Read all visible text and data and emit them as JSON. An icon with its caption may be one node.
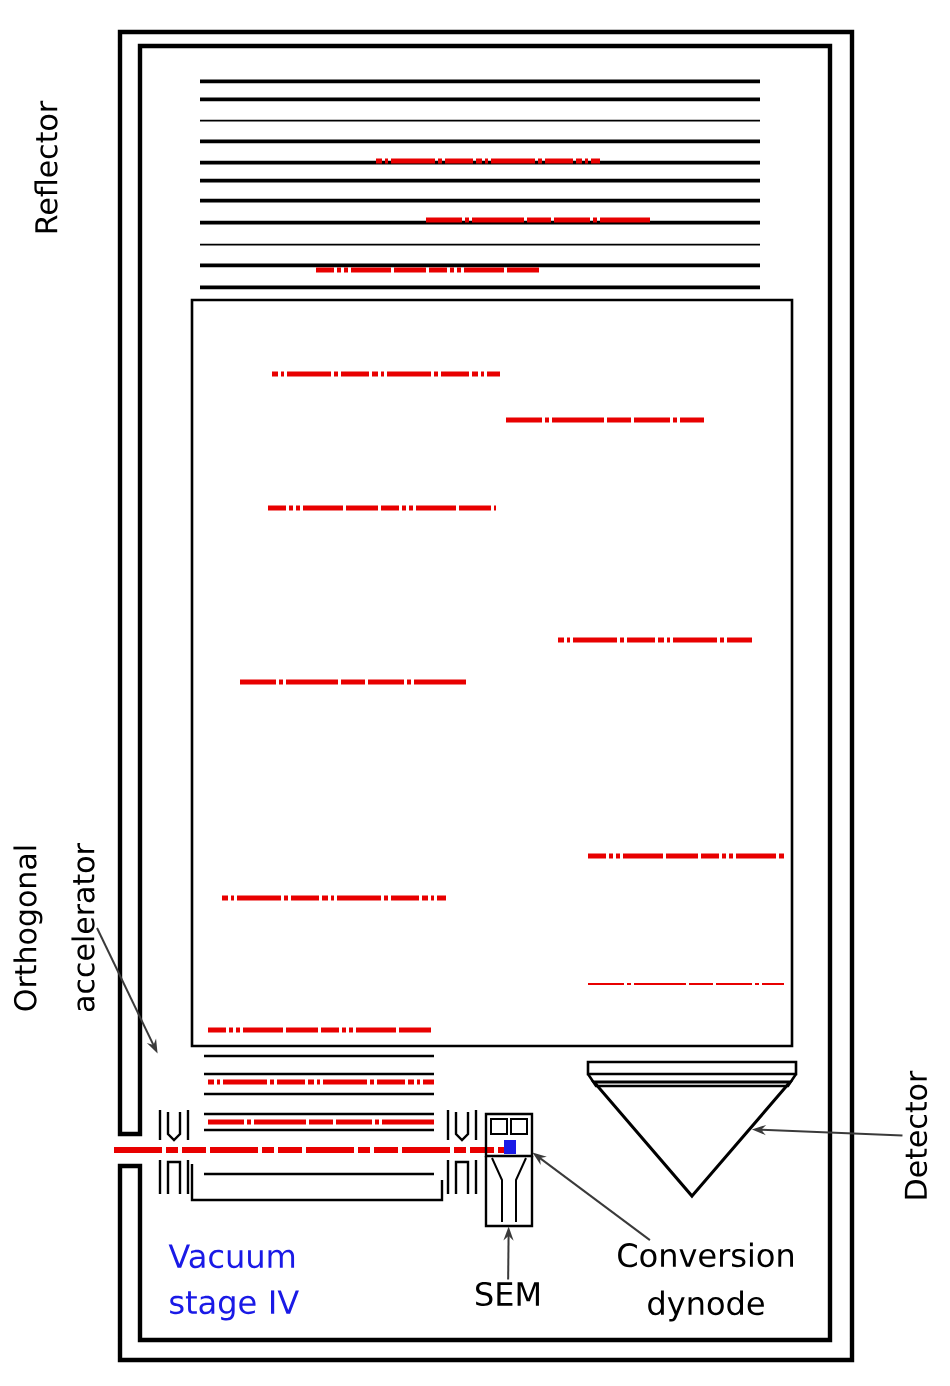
{
  "diagram": {
    "nodes": [
      {
        "text": [
          "Orthogonal accelerator"
        ]
      },
      {
        "text": [],
        "shape": "picture"
      },
      {
        "text": [
          "Detector"
        ]
      },
      {
        "text": [],
        "shape": "triangle"
      },
      {
        "text": [
          "SEM"
        ]
      },
      {
        "text": [],
        "shape": "picture"
      },
      {
        "text": [
          "Conversion dynode"
        ]
      },
      {
        "text": [],
        "shape": "picture"
      }
    ],
    "edges": [
      {
        "from": 0,
        "to": 1,
        "arrow": "to"
      },
      {
        "from": 2,
        "to": 3,
        "arrow": "to"
      },
      {
        "from": 4,
        "to": 5,
        "arrow": "to"
      },
      {
        "from": 6,
        "to": 7,
        "arrow": "to"
      }
    ],
    "labels": [
      "Reflector",
      "Vacuum stage IV"
    ]
  }
}
